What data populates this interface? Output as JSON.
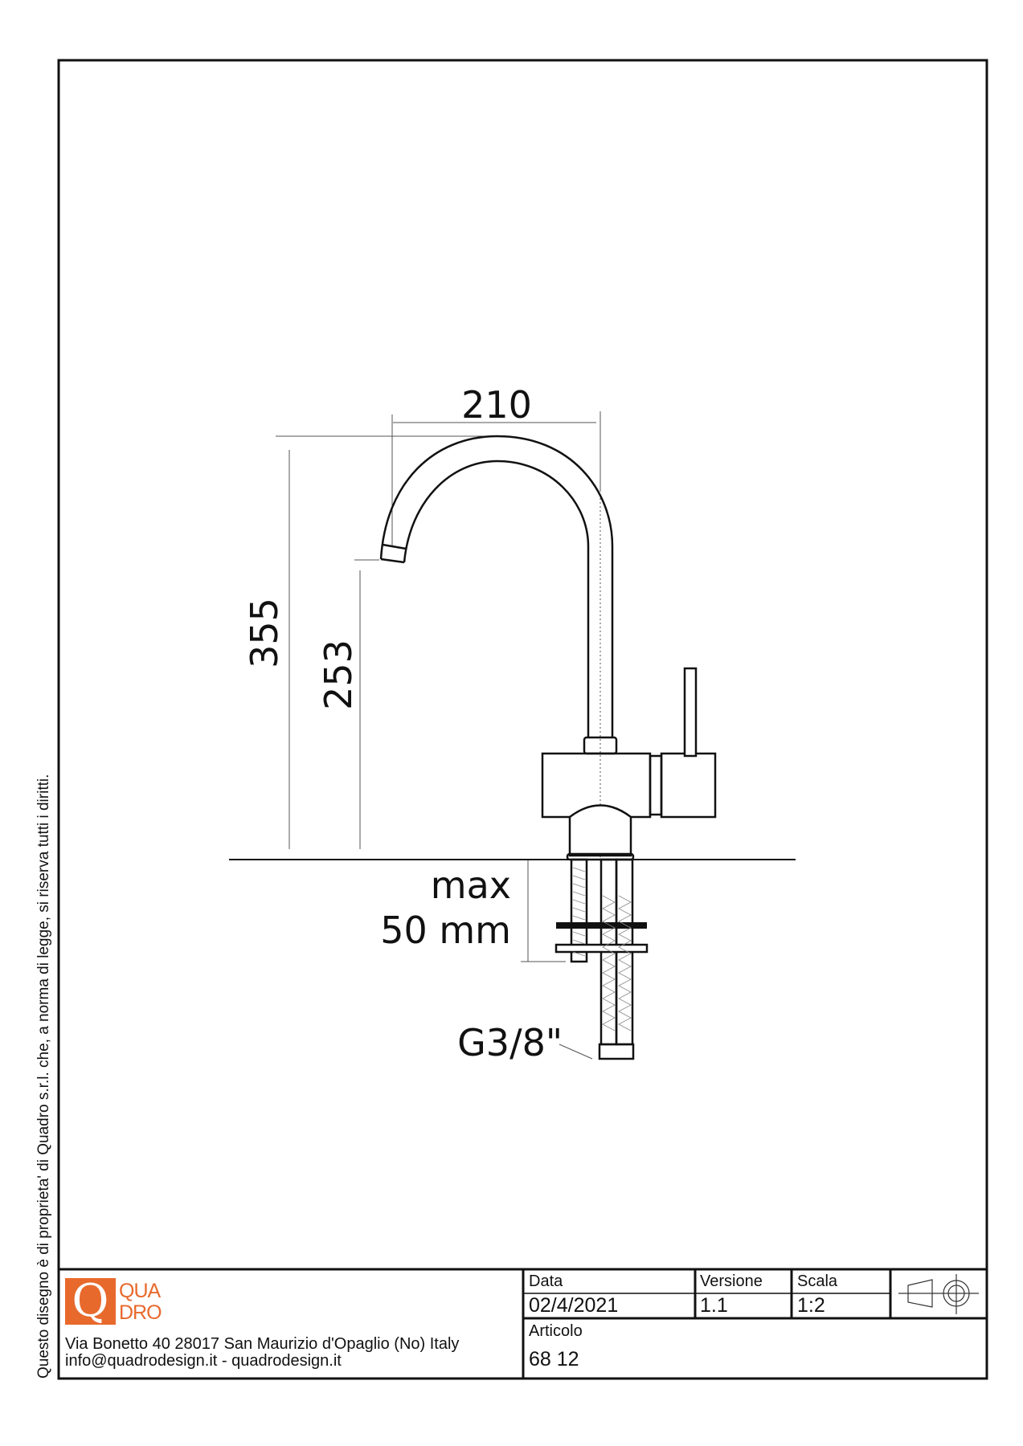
{
  "side_note": "Questo disegno è di proprieta' di Quadro s.r.l. che, a norma di legge, si riserva tutti i diritti.",
  "drawing": {
    "dimensions": {
      "width": "210",
      "total_height": "355",
      "spout_height": "253",
      "max_thickness_line1": "max",
      "max_thickness_line2": "50 mm",
      "connection": "G3/8\""
    }
  },
  "title_block": {
    "logo": {
      "letter": "Q",
      "line1": "QUA",
      "line2": "DRO",
      "color": "#e8692c"
    },
    "address_line1": "Via Bonetto 40  28017 San Maurizio d'Opaglio (No) Italy",
    "address_line2": "info@quadrodesign.it  -  quadrodesign.it",
    "date_label": "Data",
    "date_value": "02/4/2021",
    "version_label": "Versione",
    "version_value": "1.1",
    "scale_label": "Scala",
    "scale_value": "1:2",
    "article_label": "Articolo",
    "article_value": "68 12",
    "projection_symbol": "first-angle-projection-icon"
  }
}
